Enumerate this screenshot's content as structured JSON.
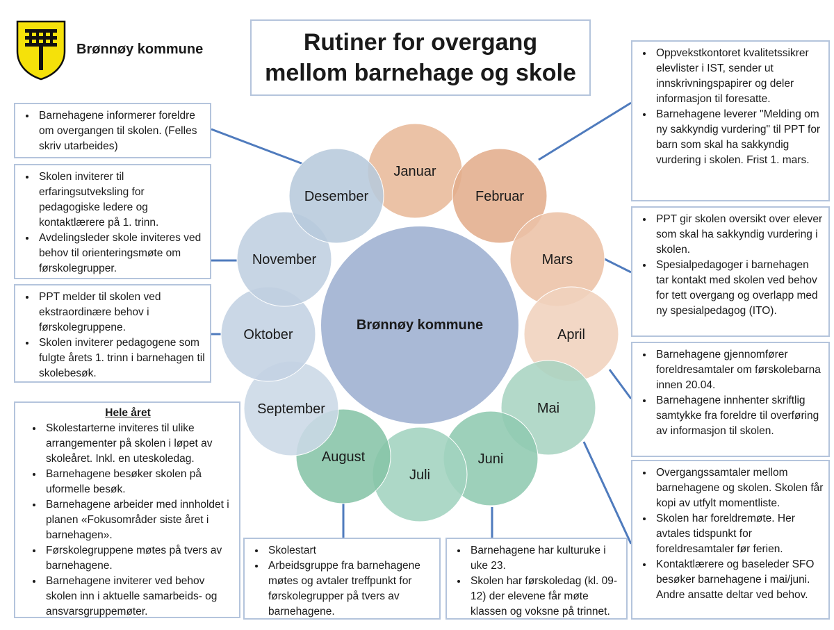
{
  "header": {
    "org_name": "Brønnøy kommune",
    "title_line1": "Rutiner for overgang",
    "title_line2": "mellom barnehage og skole"
  },
  "center": {
    "label": "Brønnøy kommune",
    "color": "#a9b9d6"
  },
  "months": [
    {
      "label": "Januar",
      "color": "#e8b99a"
    },
    {
      "label": "Februar",
      "color": "#e2ad8c"
    },
    {
      "label": "Mars",
      "color": "#ecc2a6"
    },
    {
      "label": "April",
      "color": "#f0d2bd"
    },
    {
      "label": "Mai",
      "color": "#a8d4c1"
    },
    {
      "label": "Juni",
      "color": "#90c9b1"
    },
    {
      "label": "Juli",
      "color": "#a2d3bf"
    },
    {
      "label": "August",
      "color": "#86c4a7"
    },
    {
      "label": "September",
      "color": "#cbd8e6"
    },
    {
      "label": "Oktober",
      "color": "#c3d2e3"
    },
    {
      "label": "November",
      "color": "#bfcfe0"
    },
    {
      "label": "Desember",
      "color": "#b7c9dc"
    }
  ],
  "boxes": {
    "desember": [
      "Barnehagene informerer foreldre om overgangen til skolen. (Felles skriv utarbeides)"
    ],
    "november": [
      "Skolen inviterer til erfaringsutveksling for pedagogiske ledere og kontaktlærere på 1. trinn.",
      "Avdelingsleder skole inviteres ved behov til orienteringsmøte om førskolegrupper."
    ],
    "oktober": [
      "PPT melder til skolen ved ekstraordinære behov i førskolegruppene.",
      "Skolen inviterer pedagogene som fulgte årets 1. trinn i barnehagen til skolebesøk."
    ],
    "hele_aret_heading": "Hele året",
    "hele_aret": [
      "Skolestarterne inviteres til ulike arrangementer på skolen i løpet av skoleåret. Inkl. en uteskoledag.",
      "Barnehagene besøker skolen på uformelle besøk.",
      "Barnehagene arbeider med innholdet i planen «Fokusområder siste året i barnehagen».",
      "Førskolegruppene møtes på tvers av barnehagene.",
      "Barnehagene inviterer ved behov skolen inn i aktuelle samarbeids- og ansvarsgruppemøter."
    ],
    "august": [
      "Skolestart",
      "Arbeidsgruppe fra barnehagene møtes og avtaler treffpunkt for førskolegrupper på tvers av barnehagene."
    ],
    "juni": [
      "Barnehagene har kulturuke i uke 23.",
      "Skolen har førskoledag (kl. 09-12) der elevene får møte klassen og voksne på trinnet."
    ],
    "februar": [
      "Oppvekstkontoret kvalitetssikrer elevlister i IST, sender ut innskrivningspapirer og deler informasjon til foresatte.",
      "Barnehagene leverer \"Melding om ny sakkyndig vurdering\" til PPT for barn som skal ha sakkyndig vurdering i skolen. Frist 1. mars."
    ],
    "mars": [
      "PPT gir skolen oversikt over elever som skal ha sakkyndig vurdering i skolen.",
      "Spesialpedagoger i barnehagen tar kontakt med skolen ved behov for tett overgang og overlapp med ny spesialpedagog (ITO)."
    ],
    "april": [
      "Barnehagene gjennomfører foreldresamtaler om førskolebarna innen 20.04.",
      "Barnehagene innhenter skriftlig samtykke fra foreldre til overføring av informasjon til skolen."
    ],
    "mai": [
      "Overgangssamtaler mellom barnehagene og skolen. Skolen får kopi av utfylt momentliste.",
      "Skolen har foreldremøte. Her avtales tidspunkt for foreldresamtaler før ferien.",
      "Kontaktlærere og baseleder SFO besøker barnehagene i mai/juni. Andre ansatte deltar ved behov."
    ]
  },
  "colors": {
    "connector": "#4f7bbd",
    "box_border": "#b4c4dc",
    "logo_yellow": "#f5e10a",
    "logo_black": "#111111"
  }
}
